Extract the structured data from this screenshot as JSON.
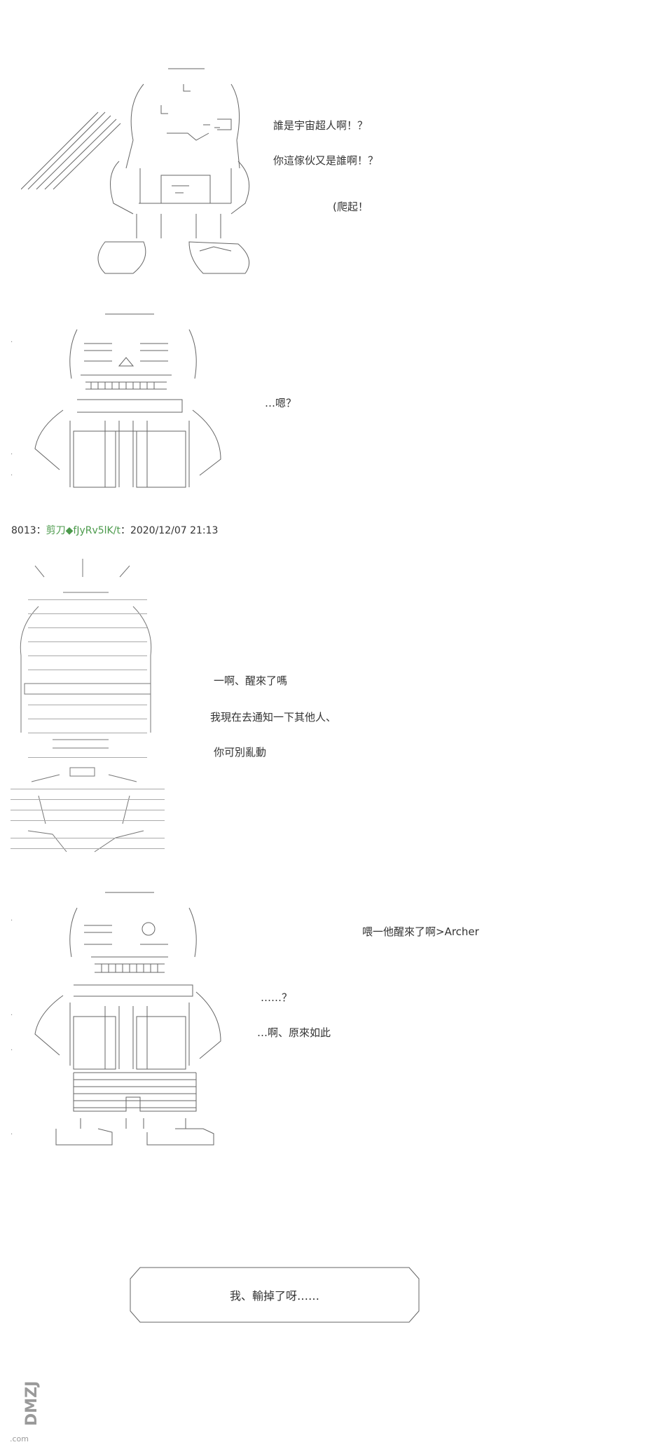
{
  "panel1": {
    "line1": "誰是宇宙超人啊！？",
    "line2": "你這傢伙又是誰啊！？",
    "line3": "(爬起！"
  },
  "panel2": {
    "line1": "…嗯？"
  },
  "post_header": {
    "number": "8013：",
    "name": "剪刀◆fJyRv5lK/t",
    "date": "：2020/12/07 21:13"
  },
  "panel3": {
    "line1": "一啊、醒來了嗎",
    "line2": "我現在去通知一下其他人、",
    "line3": "你可別亂動"
  },
  "panel4": {
    "line1": "喂一他醒來了啊>Archer",
    "line2": "……？",
    "line3": "…啊、原來如此"
  },
  "final_box": {
    "text": "我、輸掉了呀……"
  },
  "watermark": {
    "logo": "DMZJ",
    "site": ".com"
  },
  "colors": {
    "ink": "#555555",
    "text": "#333333",
    "header_name": "#4c9a4c"
  }
}
